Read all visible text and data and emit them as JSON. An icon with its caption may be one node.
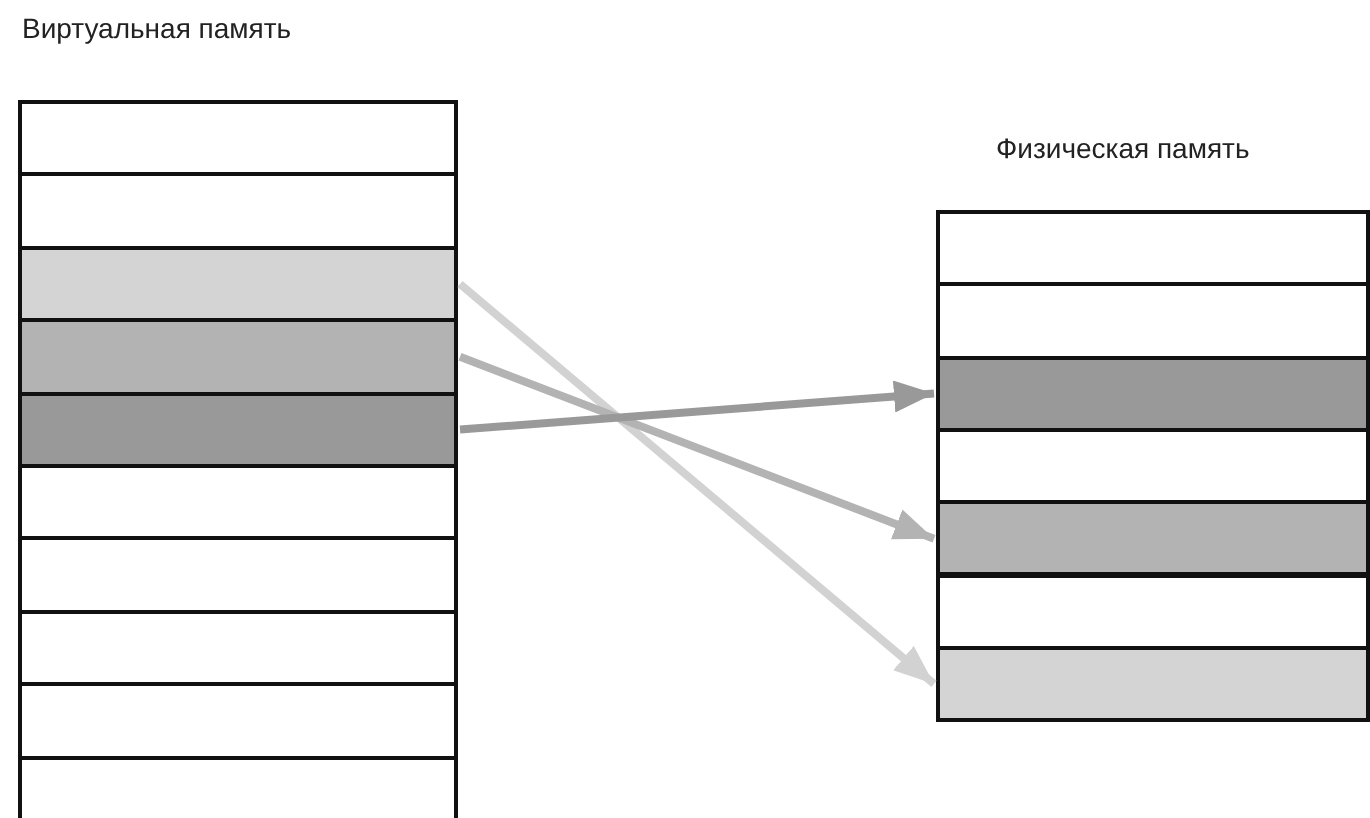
{
  "diagram": {
    "nodes": [
      {
        "text": [
          "Виртуальная память"
        ]
      },
      {
        "text": [],
        "shape": "box",
        "in": 0
      },
      {
        "text": [],
        "shape": "box",
        "in": 0
      },
      {
        "text": [],
        "shape": "box",
        "in": 0
      },
      {
        "text": [],
        "shape": "box",
        "in": 0
      },
      {
        "text": [],
        "shape": "box",
        "in": 0
      },
      {
        "text": [],
        "shape": "box",
        "in": 0
      },
      {
        "text": [],
        "shape": "box",
        "in": 0
      },
      {
        "text": [],
        "shape": "box",
        "in": 0
      },
      {
        "text": [],
        "shape": "box",
        "in": 0
      },
      {
        "text": [],
        "shape": "box",
        "in": 0
      },
      {
        "text": [
          "Физическая память"
        ]
      },
      {
        "text": [],
        "shape": "box",
        "in": 11
      },
      {
        "text": [],
        "shape": "box",
        "in": 11
      },
      {
        "text": [],
        "shape": "box",
        "in": 11
      },
      {
        "text": [],
        "shape": "box",
        "in": 11
      },
      {
        "text": [],
        "shape": "box",
        "in": 11
      },
      {
        "text": [],
        "shape": "box",
        "in": 11
      },
      {
        "text": [],
        "shape": "box",
        "in": 11
      }
    ],
    "edges": [
      {
        "from": 3,
        "to": 18,
        "arrow": "to",
        "color": "#d2d2d2"
      },
      {
        "from": 4,
        "to": 16,
        "arrow": "to",
        "color": "#b3b3b3"
      },
      {
        "from": 5,
        "to": 14,
        "arrow": "to",
        "color": "#999999"
      }
    ]
  }
}
